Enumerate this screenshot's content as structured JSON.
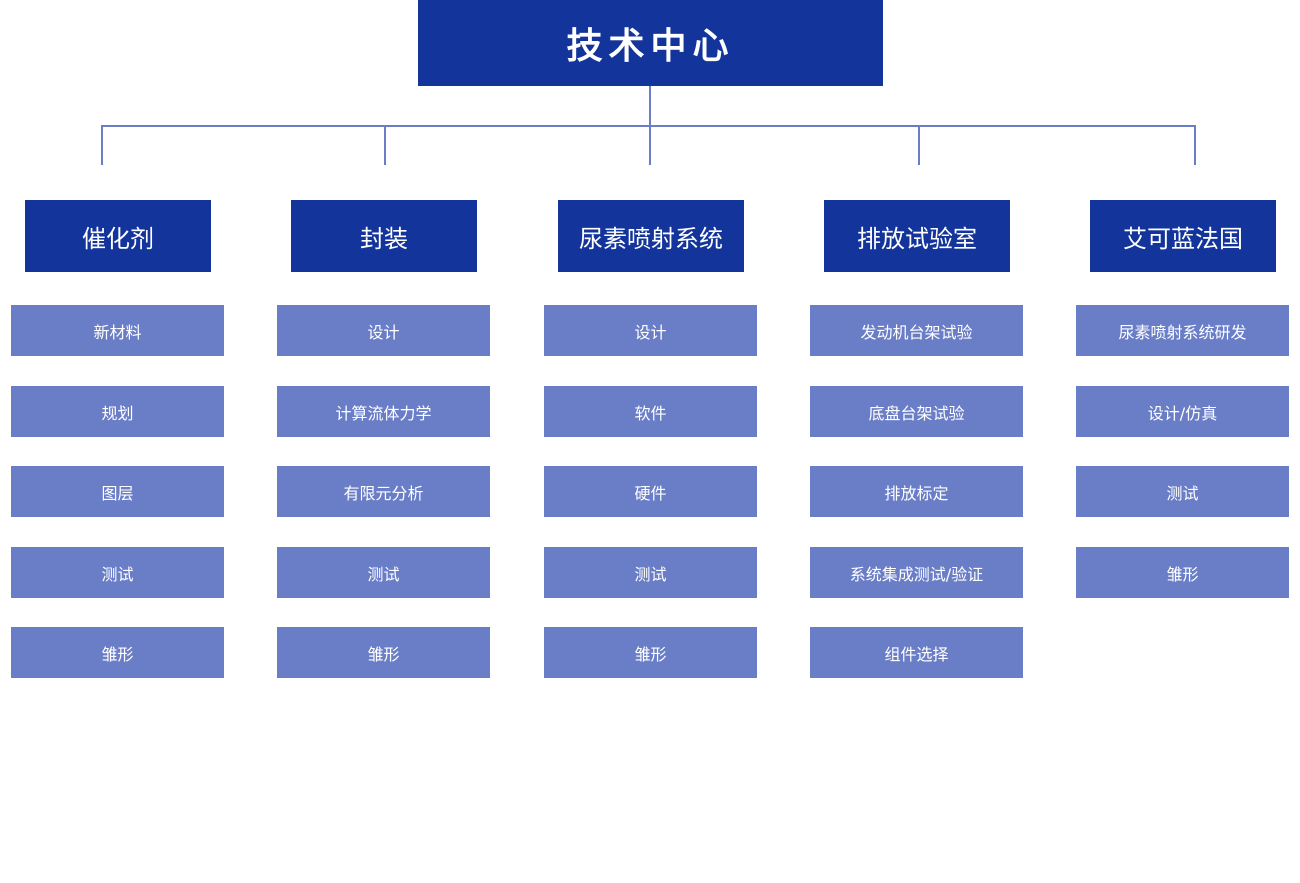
{
  "colors": {
    "primary": "#13349b",
    "secondary": "#6a7ec8",
    "connector": "#6a7ec8",
    "background": "#ffffff"
  },
  "root": {
    "label": "技术中心"
  },
  "departments": [
    {
      "label": "催化剂",
      "items": [
        "新材料",
        "规划",
        "图层",
        "测试",
        "雏形"
      ]
    },
    {
      "label": "封装",
      "items": [
        "设计",
        "计算流体力学",
        "有限元分析",
        "测试",
        "雏形"
      ]
    },
    {
      "label": "尿素喷射系统",
      "items": [
        "设计",
        "软件",
        "硬件",
        "测试",
        "雏形"
      ]
    },
    {
      "label": "排放试验室",
      "items": [
        "发动机台架试验",
        "底盘台架试验",
        "排放标定",
        "系统集成测试/验证",
        "组件选择"
      ]
    },
    {
      "label": "艾可蓝法国",
      "items": [
        "尿素喷射系统研发",
        "设计/仿真",
        "测试",
        "雏形"
      ]
    }
  ]
}
